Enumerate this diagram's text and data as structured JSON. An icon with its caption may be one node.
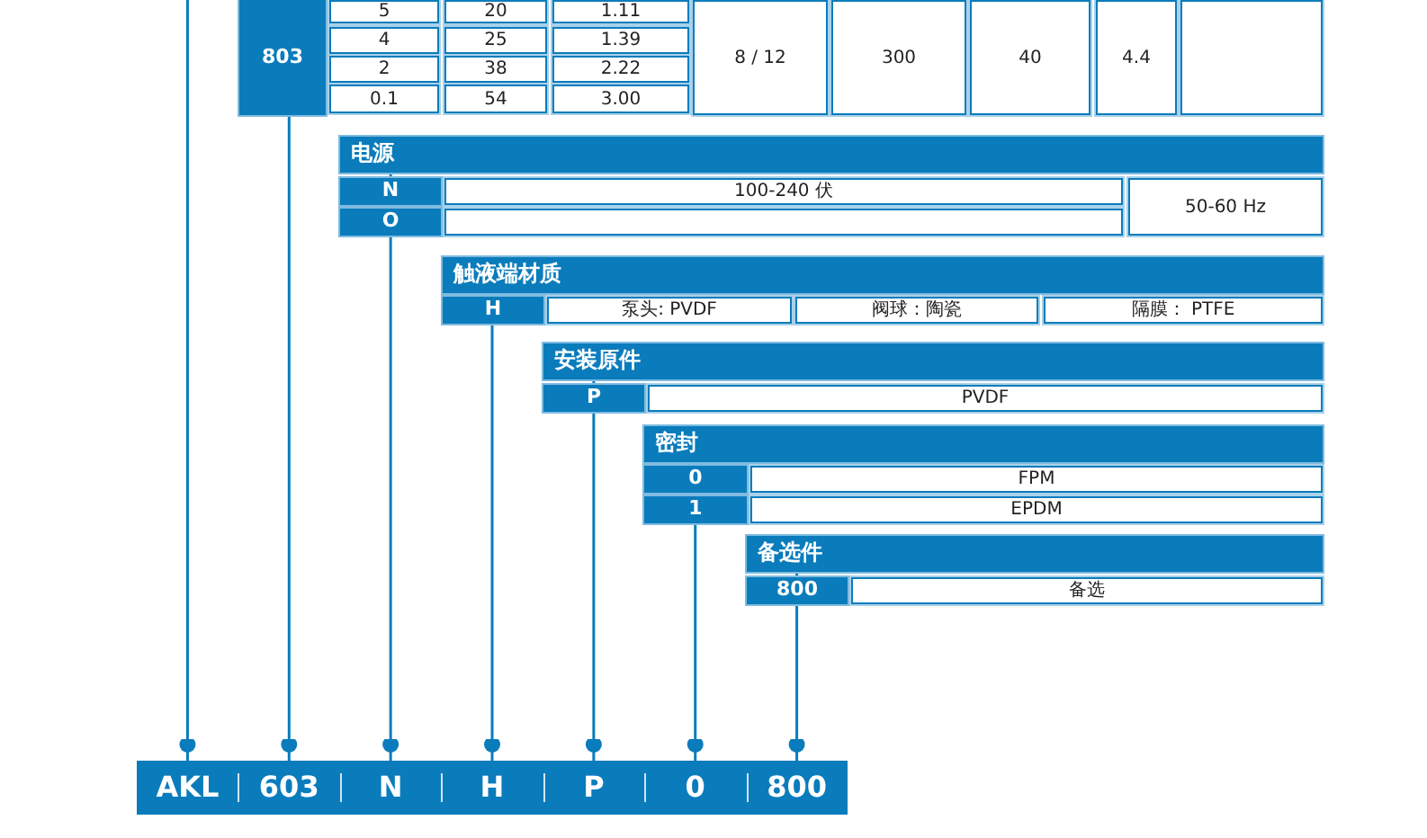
{
  "diagram": {
    "nodes": [
      {
        "text": [
          "803"
        ]
      },
      {
        "text": [
          "电源"
        ]
      },
      {
        "text": [
          "N"
        ]
      },
      {
        "text": [
          "100-240 伏"
        ]
      },
      {
        "text": [
          "O"
        ]
      },
      {
        "text": [],
        "shape": "box"
      },
      {
        "text": [
          "50-60 Hz"
        ]
      },
      {
        "text": [
          "触液端材质"
        ]
      },
      {
        "text": [
          "H"
        ]
      },
      {
        "text": [
          "泵头: PVDF"
        ]
      },
      {
        "text": [
          "阀球：陶瓷"
        ]
      },
      {
        "text": [
          "隔膜： PTFE"
        ]
      },
      {
        "text": [
          "安装原件"
        ]
      },
      {
        "text": [
          "P"
        ]
      },
      {
        "text": [
          "PVDF"
        ]
      },
      {
        "text": [
          "密封"
        ]
      },
      {
        "text": [
          "0"
        ]
      },
      {
        "text": [
          "FPM"
        ]
      },
      {
        "text": [
          "1"
        ]
      },
      {
        "text": [
          "EPDM"
        ]
      },
      {
        "text": [
          "备选件"
        ]
      },
      {
        "text": [
          "800"
        ]
      },
      {
        "text": [
          "备选"
        ]
      },
      {
        "text": [
          "AKL"
        ]
      },
      {
        "text": [
          "603"
        ]
      },
      {
        "text": [
          "N"
        ]
      },
      {
        "text": [
          "H"
        ]
      },
      {
        "text": [
          "P"
        ]
      },
      {
        "text": [
          "0"
        ]
      },
      {
        "text": [
          "800"
        ]
      }
    ],
    "edges": [
      {
        "from": 23,
        "to": null,
        "arrow": "other"
      },
      {
        "from": 24,
        "to": 0,
        "arrow": "other"
      },
      {
        "from": 25,
        "to": 1,
        "arrow": "other"
      },
      {
        "from": 26,
        "to": 7,
        "arrow": "other"
      },
      {
        "from": 27,
        "to": 12,
        "arrow": "other"
      },
      {
        "from": 28,
        "to": 15,
        "arrow": "other"
      },
      {
        "from": 29,
        "to": 20,
        "arrow": "other"
      }
    ],
    "labels": [
      "5",
      "20",
      "1.11",
      "4",
      "25",
      "1.39",
      "2",
      "38",
      "2.22",
      "0.1",
      "54",
      "3.00",
      "8 / 12",
      "300",
      "40",
      "4.4"
    ]
  }
}
